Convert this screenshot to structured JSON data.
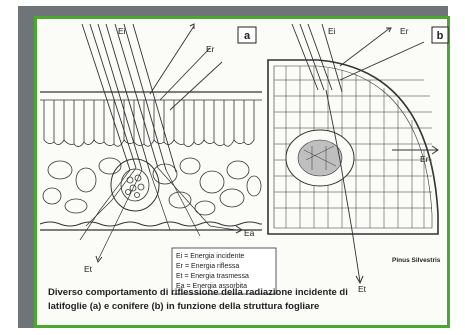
{
  "panels": {
    "a": {
      "label": "a"
    },
    "b": {
      "label": "b"
    }
  },
  "energy_labels": {
    "ei_top_a": "Ei",
    "er_top_a": "Er",
    "ea_a": "Ea",
    "et_a": "Et",
    "ei_top_b": "Ei",
    "er_top_b": "Er",
    "er_side_b": "Er",
    "et_b": "Et"
  },
  "legend": {
    "lines": [
      "Ei = Energia incidente",
      "Er = Energia riflessa",
      "Et = Energia trasmessa",
      "Ea = Energia assorbita"
    ]
  },
  "species_label": "Pinus Silvestris",
  "caption": {
    "line1": "Diverso comportamento di riflessione della radiazione incidente di",
    "line2": "latifoglie (a) e conifere (b) in funzione della struttura fogliare"
  },
  "colors": {
    "frame": "#6f7479",
    "border": "#4aa830",
    "ink": "#2b2b2b"
  }
}
